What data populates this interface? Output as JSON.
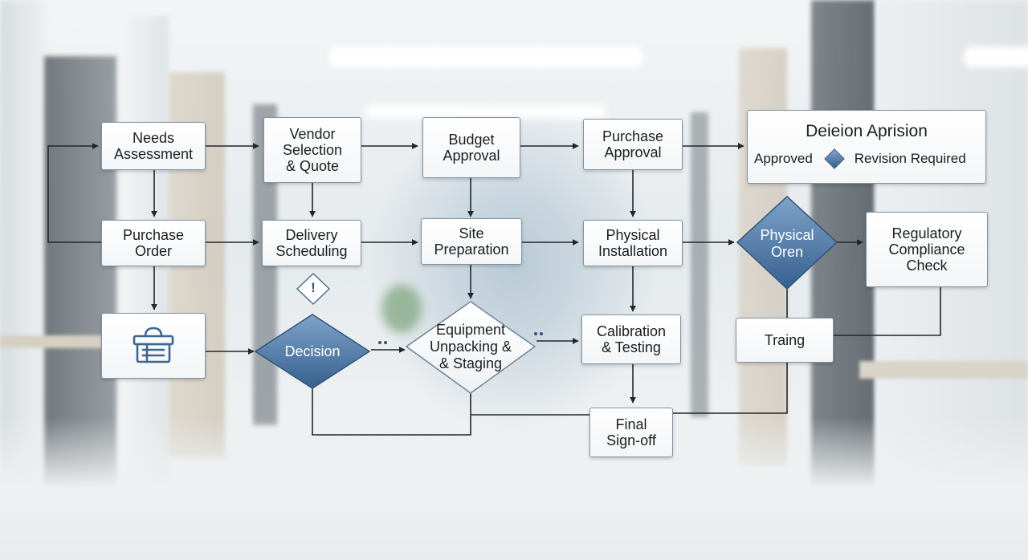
{
  "nodes": {
    "needs_assessment": "Needs\nAssessment",
    "vendor_selection": "Vendor\nSelection\n& Quote",
    "budget_approval": "Budget\nApproval",
    "purchase_approval": "Purchase\nApproval",
    "purchase_order": "Purchase\nOrder",
    "delivery_scheduling": "Delivery\nScheduling",
    "site_preparation": "Site\nPreparation",
    "physical_installation": "Physical\nInstallation",
    "regulatory_compliance": "Regulatory\nCompliance\nCheck",
    "calibration_testing": "Calibration\n& Testing",
    "training": "Traing",
    "final_signoff": "Final\nSign-off"
  },
  "diamonds": {
    "decision": "Decision",
    "physical_oren": "Physical\nOren",
    "equipment_unpacking": "Equipment\nUnpacking &\n& Staging",
    "alert_mark": "!"
  },
  "legend": {
    "title": "Deieion Aprision",
    "approved": "Approved",
    "revision_required": "Revision Required"
  },
  "colors": {
    "decision_fill_top": "#7fa3c9",
    "decision_fill_bottom": "#36608e",
    "connector": "#23272b",
    "node_border": "#7f93a6"
  },
  "icons": {
    "order_box": "shopping-basket-icon",
    "alert": "exclamation-diamond-icon"
  }
}
